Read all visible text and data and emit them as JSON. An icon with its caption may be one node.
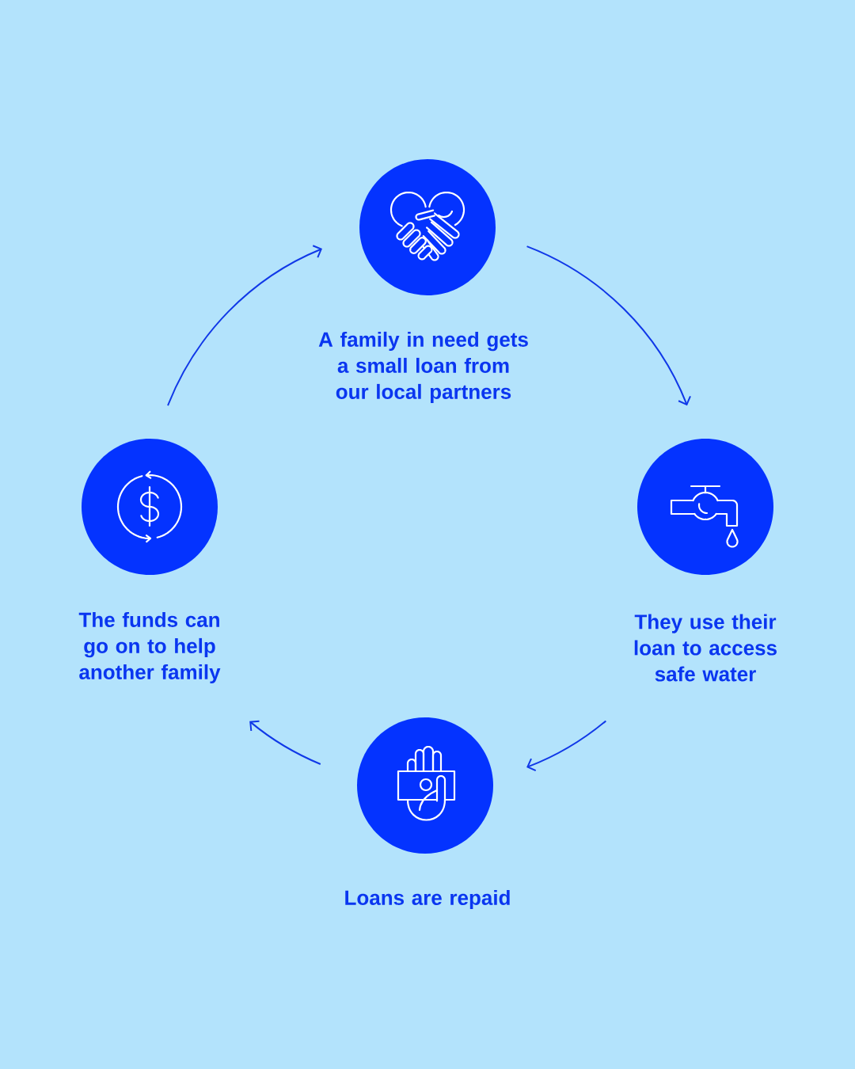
{
  "diagram": {
    "nodes": [
      {
        "text": [
          "A family in need gets a small loan from our local partners"
        ]
      },
      {
        "text": [
          "They use their loan to access safe water"
        ]
      },
      {
        "text": [
          "Loans are repaid"
        ]
      },
      {
        "text": [
          "The funds can go on to help another family"
        ]
      }
    ],
    "edges": [
      {
        "from": 0,
        "to": 1,
        "arrow": "to"
      },
      {
        "from": 1,
        "to": 2,
        "arrow": "to"
      },
      {
        "from": 2,
        "to": 3,
        "arrow": "to"
      },
      {
        "from": 3,
        "to": 0,
        "arrow": "to"
      }
    ]
  }
}
